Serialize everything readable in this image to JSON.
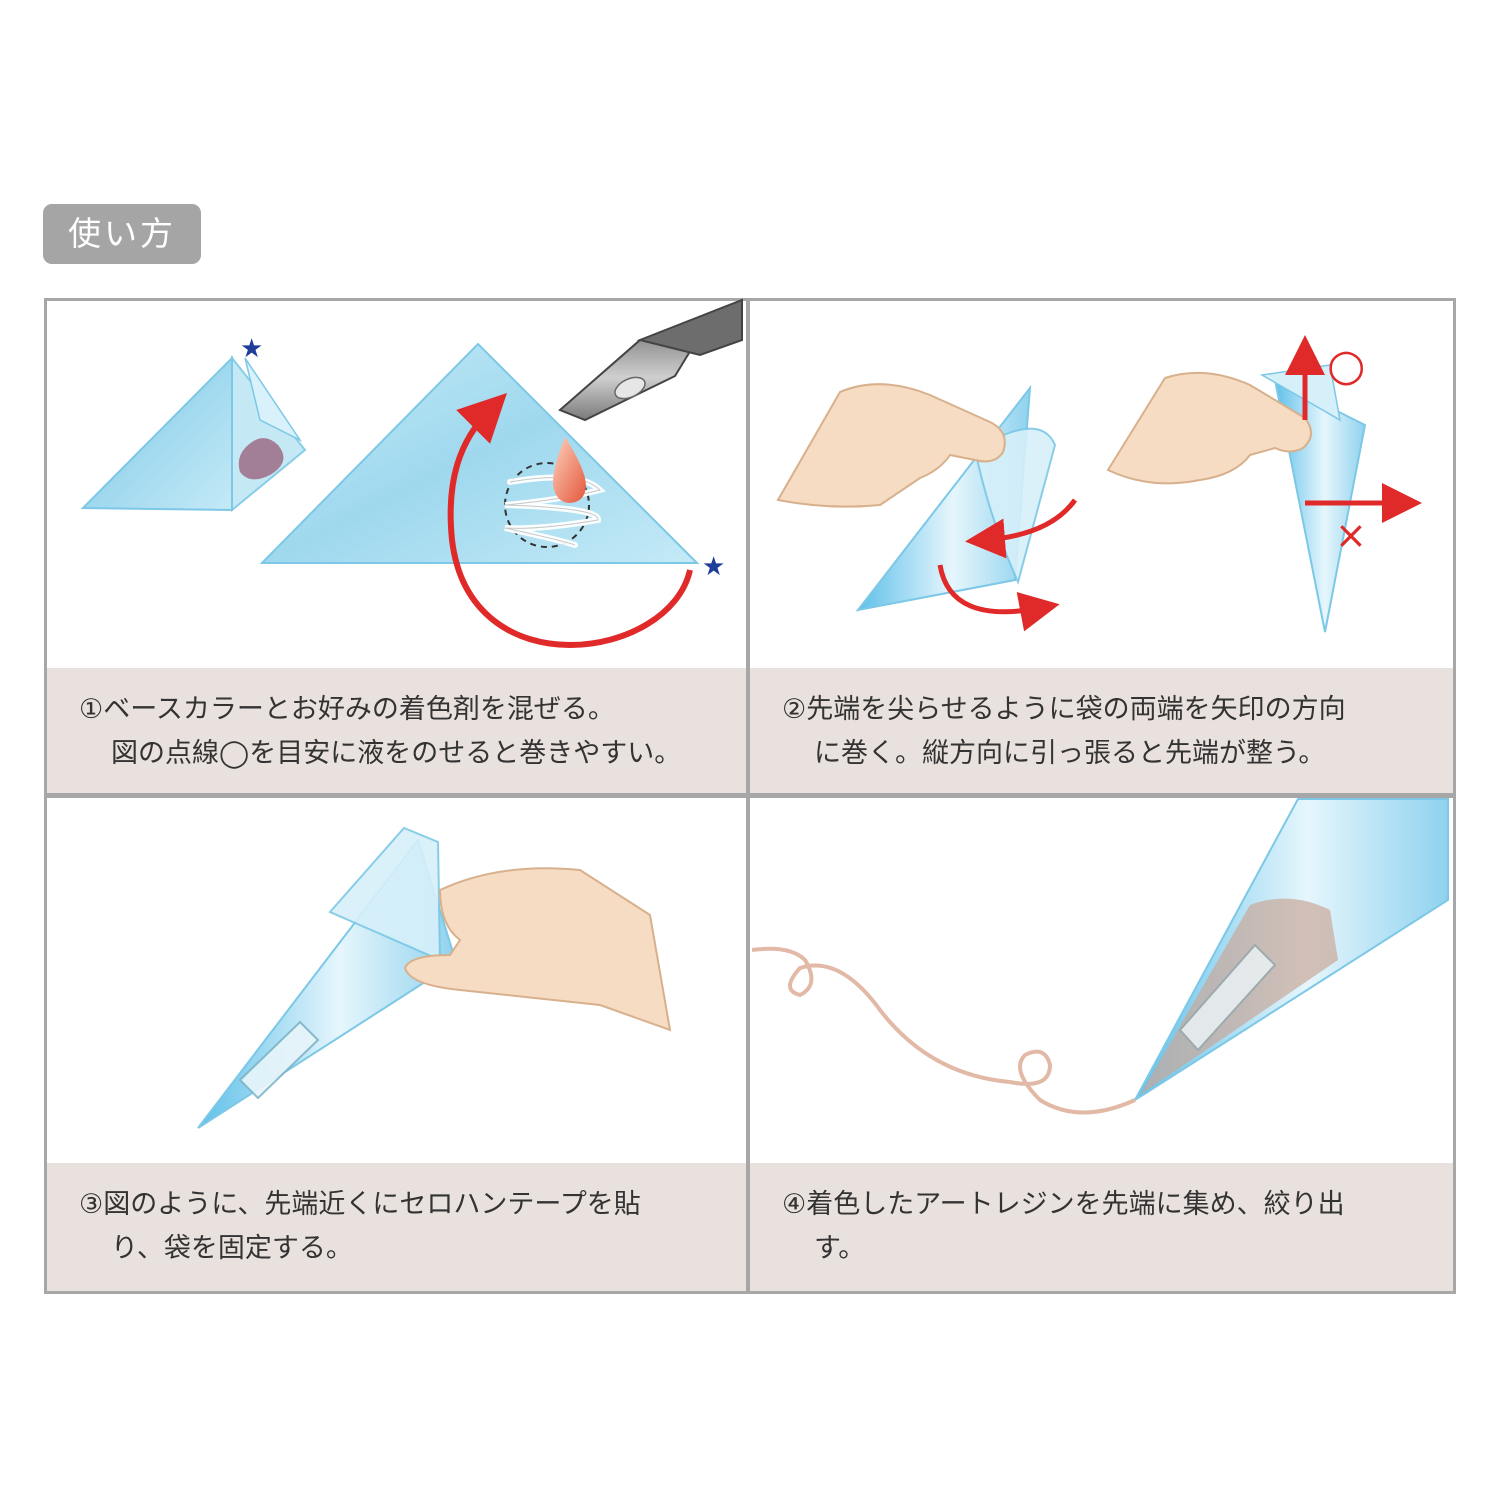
{
  "header": {
    "title": "使い方"
  },
  "steps": [
    {
      "line1": "①ベースカラーとお好みの着色剤を混ぜる。",
      "line2": "図の点線◯を目安に液をのせると巻きやすい。"
    },
    {
      "line1": "②先端を尖らせるように袋の両端を矢印の方向",
      "line2": "に巻く。縦方向に引っ張ると先端が整う。"
    },
    {
      "line1": "③図のように、先端近くにセロハンテープを貼",
      "line2": "り、袋を固定する。"
    },
    {
      "line1": "④着色したアートレジンを先端に集め、絞り出",
      "line2": "す。"
    }
  ],
  "marks": {
    "star": "★",
    "ok": "○",
    "ng": "×"
  },
  "colors": {
    "film": "#aee0f2",
    "film_edge": "#7cc8e6",
    "arrow": "#e02a2a",
    "skin": "#f5dcc3",
    "skin_edge": "#d8b08c",
    "resin": "#d99a85",
    "star": "#1f3e9a",
    "caption_bg": "#e9e1dd",
    "frame": "#a7a7a7"
  }
}
